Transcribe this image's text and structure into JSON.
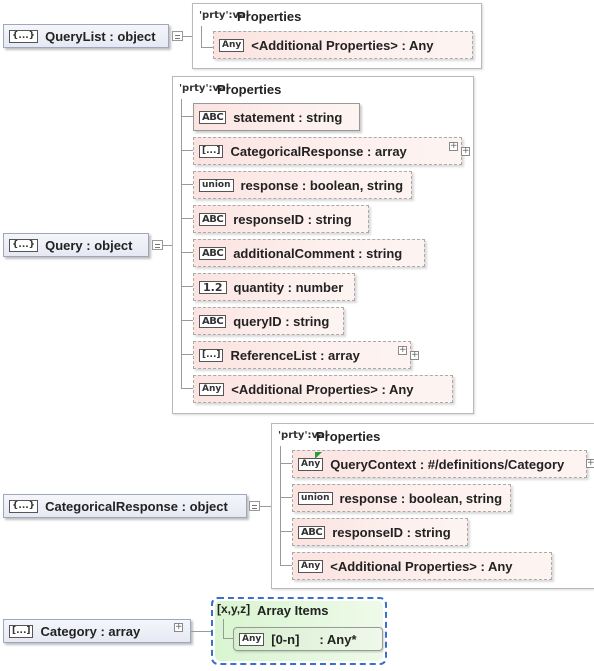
{
  "badges": {
    "obj": "{...}",
    "str": "ABC",
    "arr": "[...]",
    "union": "union",
    "num": "1.2",
    "any": "Any",
    "arrItems": "[x,y,z]"
  },
  "prty": "'prty':val",
  "properties_label": "Properties",
  "definitions": [
    {
      "name": "QueryList : object"
    },
    {
      "name": "Query  : object"
    },
    {
      "name": "CategoricalResponse : object"
    },
    {
      "name": "Category : array"
    }
  ],
  "querylist_props": [
    "<Additional Properties> : Any"
  ],
  "query_props": [
    "statement : string",
    "CategoricalResponse : array",
    "response : boolean, string",
    "responseID : string",
    "additionalComment : string",
    "quantity : number",
    "queryID  : string",
    "ReferenceList : array",
    "<Additional Properties> : Any"
  ],
  "catresp_props": [
    "QueryContext : #/definitions/Category",
    "response : boolean, string",
    "responseID : string",
    "<Additional Properties> : Any"
  ],
  "array_items_label": "Array Items",
  "array_item": {
    "range": "[0-n]",
    "type": ": Any*"
  },
  "colors": {
    "def_border": "#9ea7bd",
    "prop_fill": "#fbe3e0",
    "array_border": "#3a6fd0",
    "array_fill": "#d9f5d0"
  }
}
